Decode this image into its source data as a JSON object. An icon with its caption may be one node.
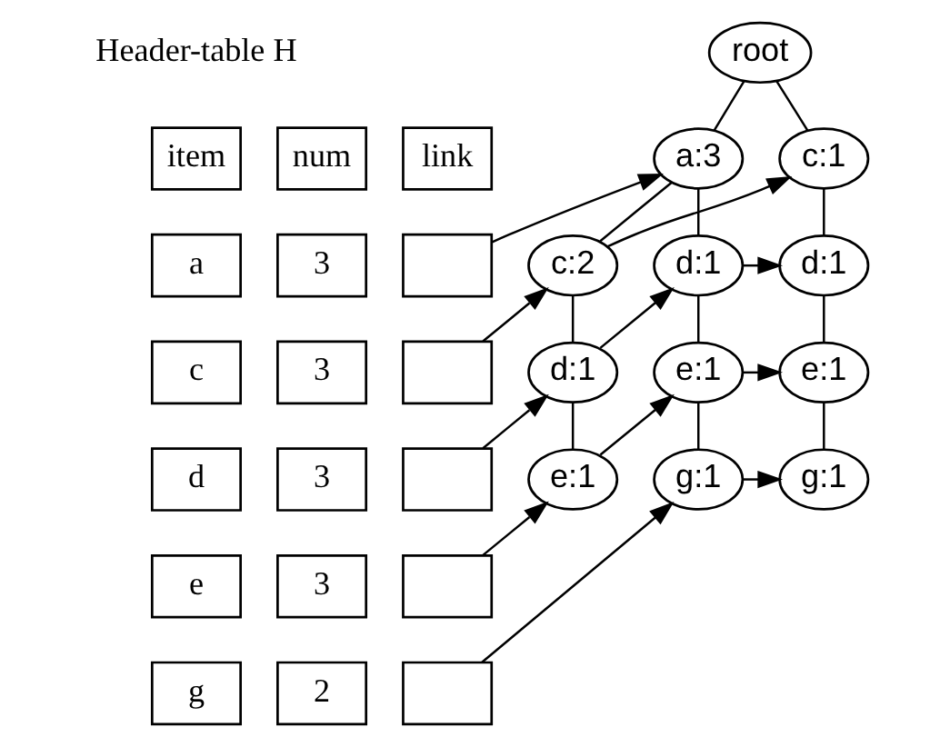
{
  "diagram": {
    "nodes": [
      {
        "text": [
          "root"
        ]
      },
      {
        "text": [
          "a:3"
        ]
      },
      {
        "text": [
          "c:1"
        ]
      },
      {
        "text": [
          "c:2"
        ]
      },
      {
        "text": [
          "d:1"
        ]
      },
      {
        "text": [
          "d:1"
        ]
      },
      {
        "text": [
          "d:1"
        ]
      },
      {
        "text": [
          "e:1"
        ]
      },
      {
        "text": [
          "e:1"
        ]
      },
      {
        "text": [
          "e:1"
        ]
      },
      {
        "text": [
          "g:1"
        ]
      },
      {
        "text": [
          "g:1"
        ]
      },
      {
        "text": [
          "item"
        ]
      },
      {
        "text": [
          "num"
        ]
      },
      {
        "text": [
          "link"
        ]
      },
      {
        "text": [
          "a"
        ]
      },
      {
        "text": [
          "3"
        ]
      },
      {
        "text": [],
        "shape": "box"
      },
      {
        "text": [
          "c"
        ]
      },
      {
        "text": [
          "3"
        ]
      },
      {
        "text": [],
        "shape": "box"
      },
      {
        "text": [
          "d"
        ]
      },
      {
        "text": [
          "3"
        ]
      },
      {
        "text": [],
        "shape": "box"
      },
      {
        "text": [
          "e"
        ]
      },
      {
        "text": [
          "3"
        ]
      },
      {
        "text": [],
        "shape": "box"
      },
      {
        "text": [
          "g"
        ]
      },
      {
        "text": [
          "2"
        ]
      },
      {
        "text": [],
        "shape": "box"
      }
    ],
    "edges": [
      {
        "from": 0,
        "to": 1,
        "arrow": "none"
      },
      {
        "from": 0,
        "to": 2,
        "arrow": "none"
      },
      {
        "from": 1,
        "to": 3,
        "arrow": "none"
      },
      {
        "from": 1,
        "to": 4,
        "arrow": "none"
      },
      {
        "from": 2,
        "to": 5,
        "arrow": "none"
      },
      {
        "from": 3,
        "to": 6,
        "arrow": "none"
      },
      {
        "from": 4,
        "to": 7,
        "arrow": "none"
      },
      {
        "from": 5,
        "to": 8,
        "arrow": "none"
      },
      {
        "from": 6,
        "to": 9,
        "arrow": "none"
      },
      {
        "from": 7,
        "to": 10,
        "arrow": "none"
      },
      {
        "from": 8,
        "to": 11,
        "arrow": "none"
      },
      {
        "from": 17,
        "to": 1,
        "arrow": "to"
      },
      {
        "from": 20,
        "to": 3,
        "arrow": "to"
      },
      {
        "from": 3,
        "to": 2,
        "arrow": "to"
      },
      {
        "from": 23,
        "to": 6,
        "arrow": "to"
      },
      {
        "from": 6,
        "to": 4,
        "arrow": "to"
      },
      {
        "from": 4,
        "to": 5,
        "arrow": "to"
      },
      {
        "from": 26,
        "to": 9,
        "arrow": "to"
      },
      {
        "from": 9,
        "to": 7,
        "arrow": "to"
      },
      {
        "from": 7,
        "to": 8,
        "arrow": "to"
      },
      {
        "from": 29,
        "to": 10,
        "arrow": "to"
      },
      {
        "from": 10,
        "to": 11,
        "arrow": "to"
      }
    ],
    "labels": [
      "Header-table H"
    ]
  }
}
